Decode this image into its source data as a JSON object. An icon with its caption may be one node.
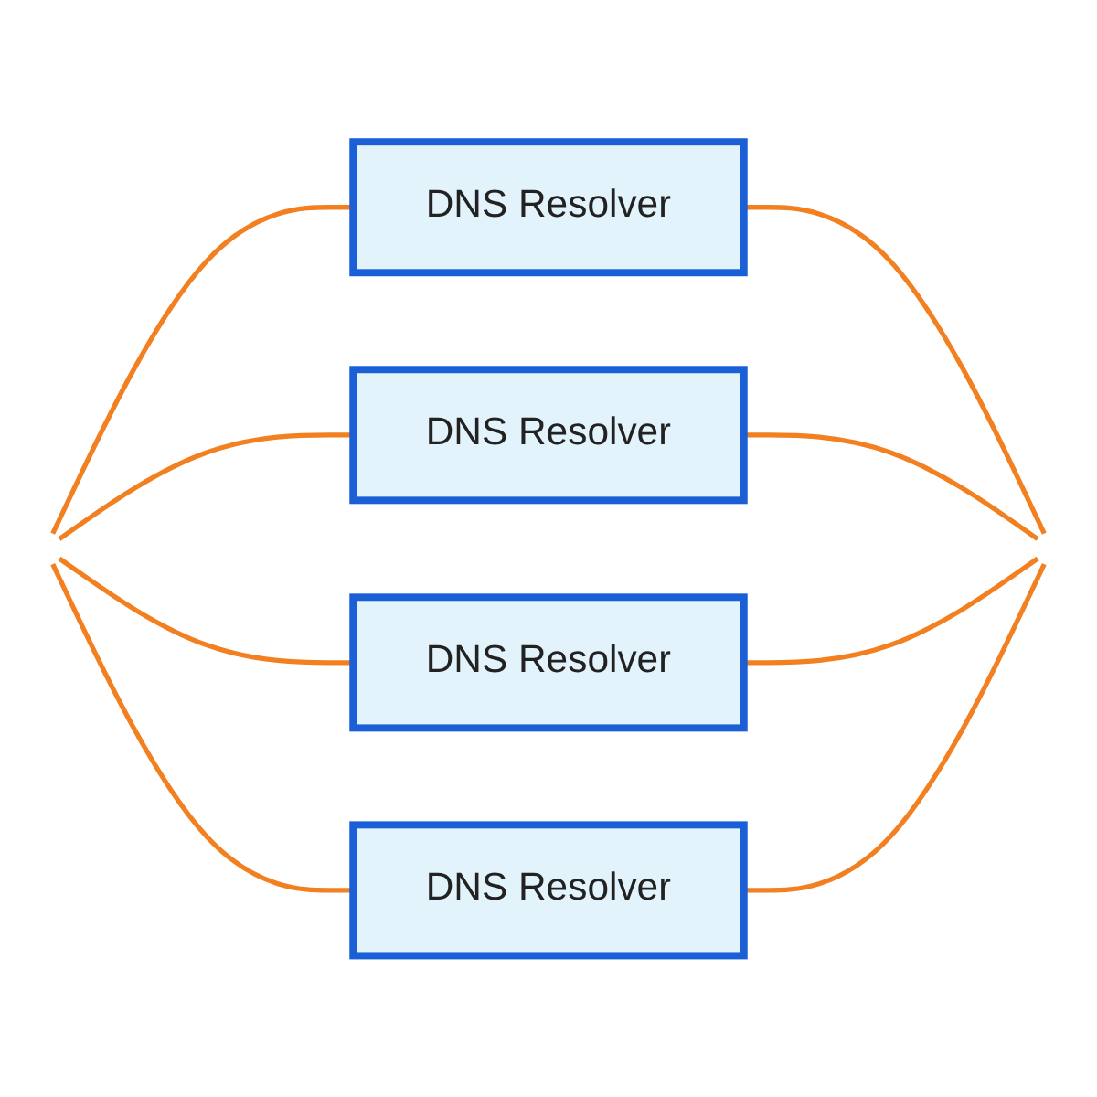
{
  "diagram": {
    "nodes": [
      {
        "text": [
          "DNS Resolver"
        ]
      },
      {
        "text": [
          "DNS Resolver"
        ]
      },
      {
        "text": [
          "DNS Resolver"
        ]
      },
      {
        "text": [
          "DNS Resolver"
        ]
      }
    ],
    "edges": [
      {
        "from": null,
        "to": 0,
        "arrow": "none"
      },
      {
        "from": null,
        "to": 1,
        "arrow": "none"
      },
      {
        "from": null,
        "to": 2,
        "arrow": "none"
      },
      {
        "from": null,
        "to": 3,
        "arrow": "none"
      },
      {
        "from": 0,
        "to": null,
        "arrow": "none"
      },
      {
        "from": 1,
        "to": null,
        "arrow": "none"
      },
      {
        "from": 2,
        "to": null,
        "arrow": "none"
      },
      {
        "from": 3,
        "to": null,
        "arrow": "none"
      }
    ]
  }
}
